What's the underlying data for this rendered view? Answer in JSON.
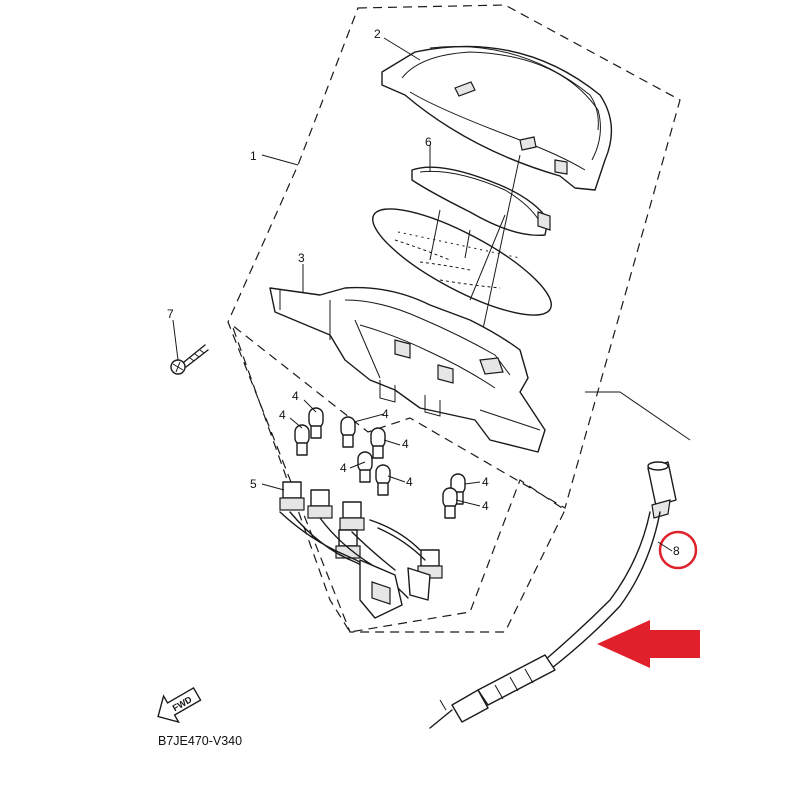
{
  "diagram": {
    "figure_code": "B7JE470-V340",
    "fwd_label": "FWD",
    "highlight_color": "#e0202a",
    "part_callouts": {
      "p1": "1",
      "p2": "2",
      "p3": "3",
      "p4": "4",
      "p5": "5",
      "p6": "6",
      "p7": "7",
      "p8": "8"
    },
    "highlighted_part": "8"
  }
}
